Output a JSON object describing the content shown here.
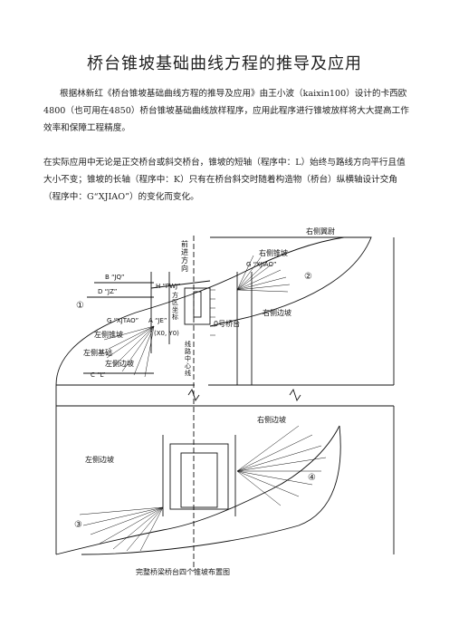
{
  "document": {
    "title": "桥台锥坡基础曲线方程的推导及应用",
    "paragraph1": "根据林新红《桥台锥坡基础曲线方程的推导及应用》由王小波（kaixin100）设计的卡西欧4800（也可用在4850）桥台锥坡基础曲线放样程序，应用此程序进行锥坡放样将大大提高工作效率和保障工程精度。",
    "paragraph2": "在实际应用中无论是正交桥台或斜交桥台，锥坡的短轴（程序中：L）始终与路线方向平行且值大小不变；锥坡的长轴（程序中：K）只有在桥台斜交时随着构造物（桥台）纵横轴设计交角（程序中：G“XJIAO”）的变化而变化。"
  },
  "figure": {
    "caption": "完整桥梁桥台四个锥坡布置图",
    "labels": {
      "forward_dir": [
        "前",
        "进",
        "方",
        "向"
      ],
      "right_abutment_top": "右侧翼尉",
      "right_cone_top": "右侧锥坡",
      "g_xjiao_top": "G “XJIAO”",
      "b_jq": "B “JQ”",
      "d_jz": "D “JZ”",
      "h_pwj": "H “PWJ”",
      "square_block": [
        "方",
        "区",
        "坐",
        "标"
      ],
      "g_xjiao_left": "G “XJTAO”",
      "a_je": "A “JE”",
      "x0y0": "(X0, Y0)",
      "left_cone_top": "左侧锥坡",
      "left_foundation": "左侧基础",
      "left_slope_top": "左侧边坡",
      "c_l": "C “L”",
      "right_slope_top": "右侧边坡",
      "bridge_abutment": "0号桥台",
      "centerline": [
        "线",
        "路",
        "中",
        "心",
        "线"
      ],
      "right_slope_bottom": "右侧边坡",
      "left_slope_bottom": "左侧边坡",
      "circle_1": "①",
      "circle_2": "②",
      "circle_3": "③",
      "circle_4": "④"
    }
  }
}
